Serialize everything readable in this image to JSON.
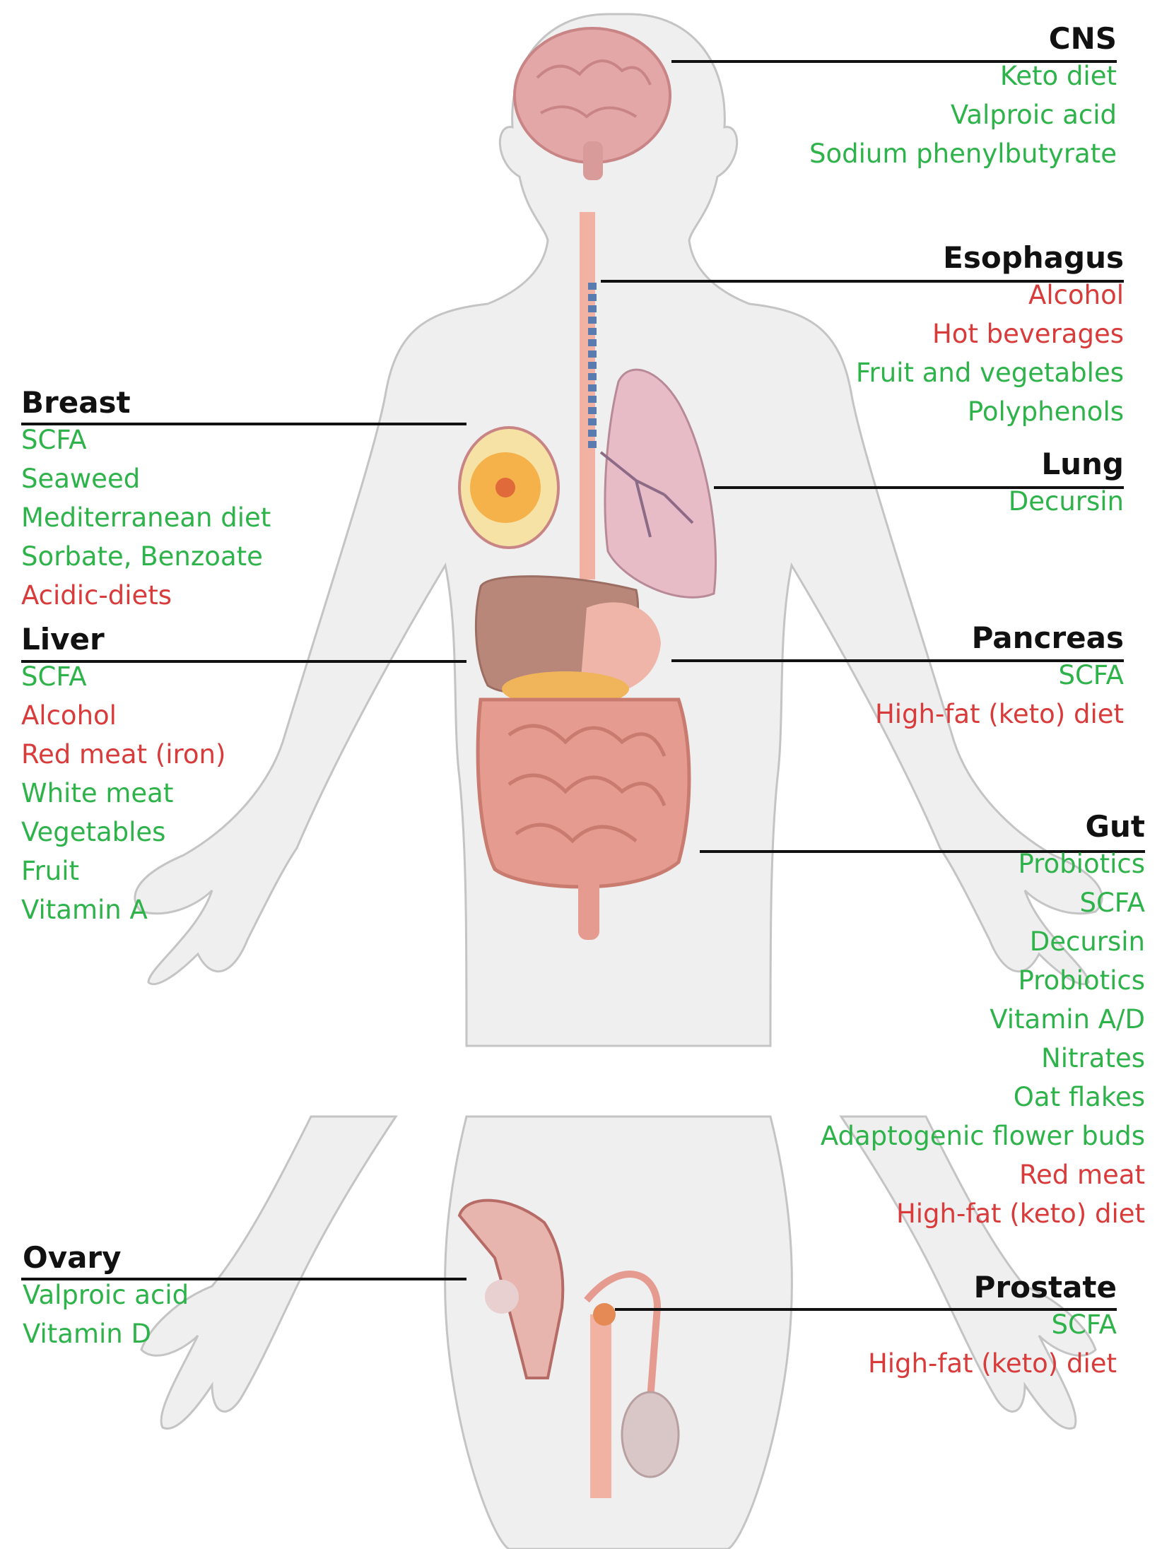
{
  "colors": {
    "beneficial": "#2db34a",
    "harmful": "#d93b3b",
    "title": "#111111",
    "body_fill": "#efefef",
    "body_stroke": "#bdbdbd"
  },
  "organs": {
    "cns": {
      "title": "CNS",
      "items": [
        {
          "text": "Keto diet",
          "effect": "beneficial"
        },
        {
          "text": "Valproic acid",
          "effect": "beneficial"
        },
        {
          "text": "Sodium phenylbutyrate",
          "effect": "beneficial"
        }
      ]
    },
    "esophagus": {
      "title": "Esophagus",
      "items": [
        {
          "text": "Alcohol",
          "effect": "harmful"
        },
        {
          "text": "Hot beverages",
          "effect": "harmful"
        },
        {
          "text": "Fruit and vegetables",
          "effect": "beneficial"
        },
        {
          "text": "Polyphenols",
          "effect": "beneficial"
        }
      ]
    },
    "lung": {
      "title": "Lung",
      "items": [
        {
          "text": "Decursin",
          "effect": "beneficial"
        }
      ]
    },
    "breast": {
      "title": "Breast",
      "items": [
        {
          "text": "SCFA",
          "effect": "beneficial"
        },
        {
          "text": "Seaweed",
          "effect": "beneficial"
        },
        {
          "text": "Mediterranean diet",
          "effect": "beneficial"
        },
        {
          "text": "Sorbate, Benzoate",
          "effect": "beneficial"
        },
        {
          "text": "Acidic-diets",
          "effect": "harmful"
        }
      ]
    },
    "liver": {
      "title": "Liver",
      "items": [
        {
          "text": "SCFA",
          "effect": "beneficial"
        },
        {
          "text": "Alcohol",
          "effect": "harmful"
        },
        {
          "text": "Red meat (iron)",
          "effect": "harmful"
        },
        {
          "text": "White meat",
          "effect": "beneficial"
        },
        {
          "text": "Vegetables",
          "effect": "beneficial"
        },
        {
          "text": "Fruit",
          "effect": "beneficial"
        },
        {
          "text": "Vitamin A",
          "effect": "beneficial"
        }
      ]
    },
    "pancreas": {
      "title": "Pancreas",
      "items": [
        {
          "text": "SCFA",
          "effect": "beneficial"
        },
        {
          "text": "High-fat (keto) diet",
          "effect": "harmful"
        }
      ]
    },
    "gut": {
      "title": "Gut",
      "items": [
        {
          "text": "Probiotics",
          "effect": "beneficial"
        },
        {
          "text": "SCFA",
          "effect": "beneficial"
        },
        {
          "text": "Decursin",
          "effect": "beneficial"
        },
        {
          "text": "Probiotics",
          "effect": "beneficial"
        },
        {
          "text": "Vitamin A/D",
          "effect": "beneficial"
        },
        {
          "text": "Nitrates",
          "effect": "beneficial"
        },
        {
          "text": "Oat flakes",
          "effect": "beneficial"
        },
        {
          "text": "Adaptogenic flower buds",
          "effect": "beneficial"
        },
        {
          "text": "Red meat",
          "effect": "harmful"
        },
        {
          "text": "High-fat (keto) diet",
          "effect": "harmful"
        }
      ]
    },
    "ovary": {
      "title": "Ovary",
      "items": [
        {
          "text": "Valproic acid",
          "effect": "beneficial"
        },
        {
          "text": "Vitamin D",
          "effect": "beneficial"
        }
      ]
    },
    "prostate": {
      "title": "Prostate",
      "items": [
        {
          "text": "SCFA",
          "effect": "beneficial"
        },
        {
          "text": "High-fat (keto) diet",
          "effect": "harmful"
        }
      ]
    }
  }
}
